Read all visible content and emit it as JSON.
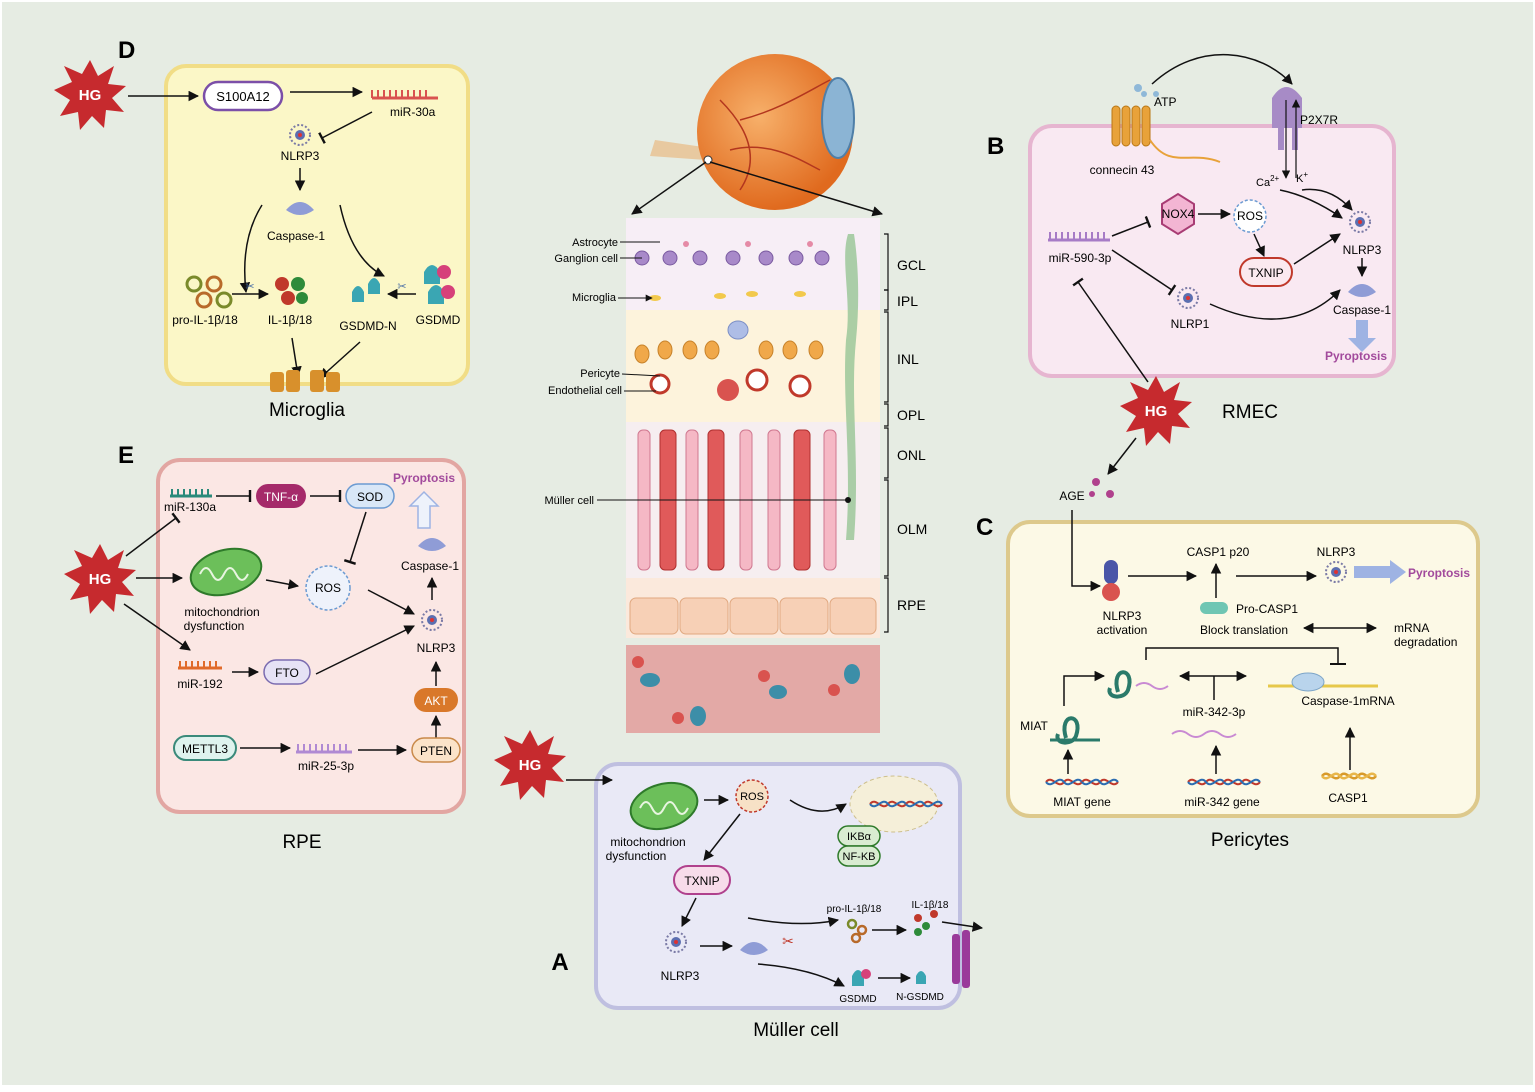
{
  "panels": {
    "d": {
      "letter": "D",
      "caption": "Microglia",
      "hg": "HG",
      "s100a12": "S100A12",
      "mir30a": "miR-30a",
      "nlrp3": "NLRP3",
      "caspase1": "Caspase-1",
      "pro_il": "pro-IL-1β/18",
      "il": "IL-1β/18",
      "gsdmd_n": "GSDMD-N",
      "gsdmd": "GSDMD"
    },
    "b": {
      "letter": "B",
      "caption": "RMEC",
      "atp": "ATP",
      "p2x7r": "P2X7R",
      "connexin": "connecin 43",
      "ca": "Ca",
      "ca_sup": "2+",
      "k": "K",
      "k_sup": "+",
      "nox4": "NOX4",
      "ros": "ROS",
      "mir590": "miR-590-3p",
      "txnip": "TXNIP",
      "nlrp3": "NLRP3",
      "nlrp1": "NLRP1",
      "caspase1": "Caspase-1",
      "pyroptosis": "Pyroptosis",
      "hg": "HG"
    },
    "c": {
      "letter": "C",
      "caption": "Pericytes",
      "age": "AGE",
      "nlrp3_activation_1": "NLRP3",
      "nlrp3_activation_2": "activation",
      "casp1_p20": "CASP1 p20",
      "nlrp3": "NLRP3",
      "pyroptosis": "Pyroptosis",
      "pro_casp1": "Pro-CASP1",
      "block_translation": "Block translation",
      "mrna_deg_1": "mRNA",
      "mrna_deg_2": "degradation",
      "miat": "MIAT",
      "mir342": "miR-342-3p",
      "caspase1_mrna": "Caspase-1mRNA",
      "miat_gene": "MIAT gene",
      "mir342_gene": "miR-342 gene",
      "casp1": "CASP1"
    },
    "e": {
      "letter": "E",
      "caption": "RPE",
      "hg": "HG",
      "mir130a": "miR-130a",
      "tnf": "TNF-α",
      "sod": "SOD",
      "pyroptosis": "Pyroptosis",
      "caspase1": "Caspase-1",
      "mito_1": "mitochondrion",
      "mito_2": "dysfunction",
      "ros": "ROS",
      "nlrp3": "NLRP3",
      "mir192": "miR-192",
      "fto": "FTO",
      "akt": "AKT",
      "mettl3": "METTL3",
      "mir25": "miR-25-3p",
      "pten": "PTEN"
    },
    "a": {
      "letter": "A",
      "caption": "Müller cell",
      "hg": "HG",
      "mito_1": "mitochondrion",
      "mito_2": "dysfunction",
      "ros": "ROS",
      "ikba": "IKBα",
      "nfkb": "NF-KB",
      "txnip": "TXNIP",
      "pro_il": "pro-IL-1β/18",
      "il": "IL-1β/18",
      "nlrp3": "NLRP3",
      "gsdmd": "GSDMD",
      "n_gsdmd": "N-GSDMD"
    }
  },
  "retina": {
    "cell_labels": [
      "Astrocyte",
      "Ganglion cell",
      "Microglia",
      "Pericyte",
      "Endothelial cell",
      "Müller cell"
    ],
    "layers": [
      "GCL",
      "IPL",
      "INL",
      "OPL",
      "ONL",
      "OLM",
      "RPE"
    ]
  },
  "colors": {
    "background": "#e6ece3",
    "microglia_fill": "#fbf7c7",
    "microglia_border": "#f1dd86",
    "rmec_fill": "#f9e9f2",
    "rmec_border": "#e6b5d0",
    "pericytes_fill": "#fcf9e6",
    "pericytes_border": "#ddc98c",
    "rpe_fill": "#fbe7e4",
    "rpe_border": "#e2a6a2",
    "muller_fill": "#e9e9f6",
    "muller_border": "#bfbfe0",
    "hg_star": "#c62a2e",
    "pyroptosis": "#a24a9c"
  }
}
